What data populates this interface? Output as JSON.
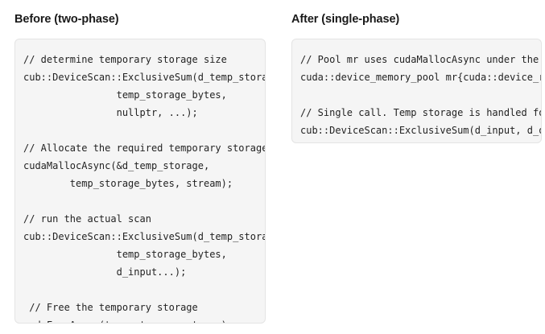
{
  "page": {
    "background_color": "#ffffff",
    "text_color": "#1a1a1a"
  },
  "panels": {
    "before": {
      "title": "Before (two-phase)",
      "code_background": "#f5f5f5",
      "code_border_color": "#e4e4e4",
      "code": "// determine temporary storage size\ncub::DeviceScan::ExclusiveSum(d_temp_storage,\n                temp_storage_bytes,\n                nullptr, ...);\n\n// Allocate the required temporary storage\ncudaMallocAsync(&d_temp_storage,\n        temp_storage_bytes, stream);\n\n// run the actual scan\ncub::DeviceScan::ExclusiveSum(d_temp_storage,\n                temp_storage_bytes,\n                d_input...);\n\n // Free the temporary storage\ncudaFreeAsync(temp_storage, stream);"
    },
    "after": {
      "title": "After (single-phase)",
      "code_background": "#f5f5f5",
      "code_border_color": "#e4e4e4",
      "code": "// Pool mr uses cudaMallocAsync under the hood\ncuda::device_memory_pool mr{cuda::device_ref{0}};\n\n// Single call. Temp storage is handled for you\ncub::DeviceScan::ExclusiveSum(d_input, d_output, n);"
    }
  }
}
